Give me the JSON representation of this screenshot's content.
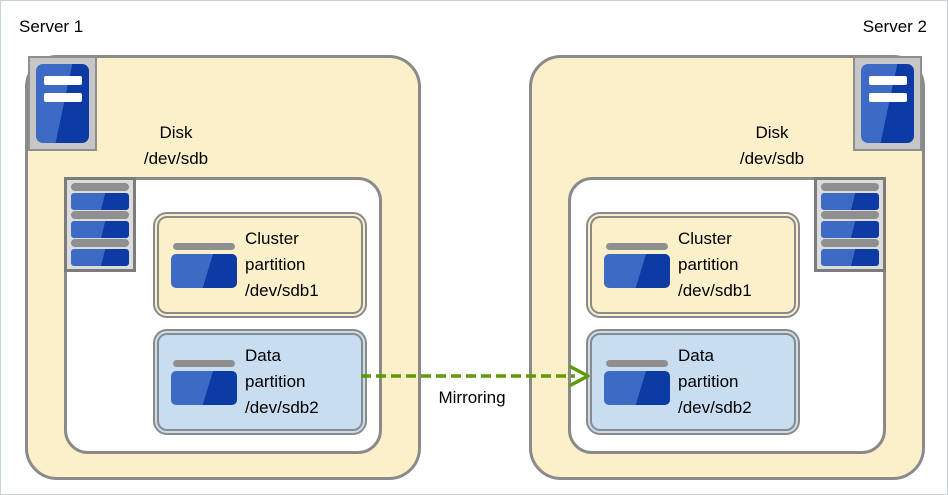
{
  "window": {
    "background": "#ffffff",
    "border_color": "#cbd3da"
  },
  "mirroring": {
    "label": "Mirroring",
    "arrow_color": "#5e9a05",
    "arrow_style": "dashed"
  },
  "colors": {
    "server_box_fill": "#fcf0cb",
    "cluster_partition_fill": "#fcf0cb",
    "data_partition_fill": "#c9ddf1",
    "box_border_gray": "#8a8a8a",
    "icon_blue_light": "#3c6ac5",
    "icon_blue_dark": "#0c3ba5",
    "icon_gray": "#8f8f8f"
  },
  "servers": [
    {
      "name": "Server 1",
      "disk": {
        "label": "Disk",
        "device": "/dev/sdb"
      },
      "partitions": [
        {
          "name": "Cluster partition",
          "device": "/dev/sdb1"
        },
        {
          "name": "Data partition",
          "device": "/dev/sdb2"
        }
      ]
    },
    {
      "name": "Server 2",
      "disk": {
        "label": "Disk",
        "device": "/dev/sdb"
      },
      "partitions": [
        {
          "name": "Cluster partition",
          "device": "/dev/sdb1"
        },
        {
          "name": "Data partition",
          "device": "/dev/sdb2"
        }
      ]
    }
  ]
}
